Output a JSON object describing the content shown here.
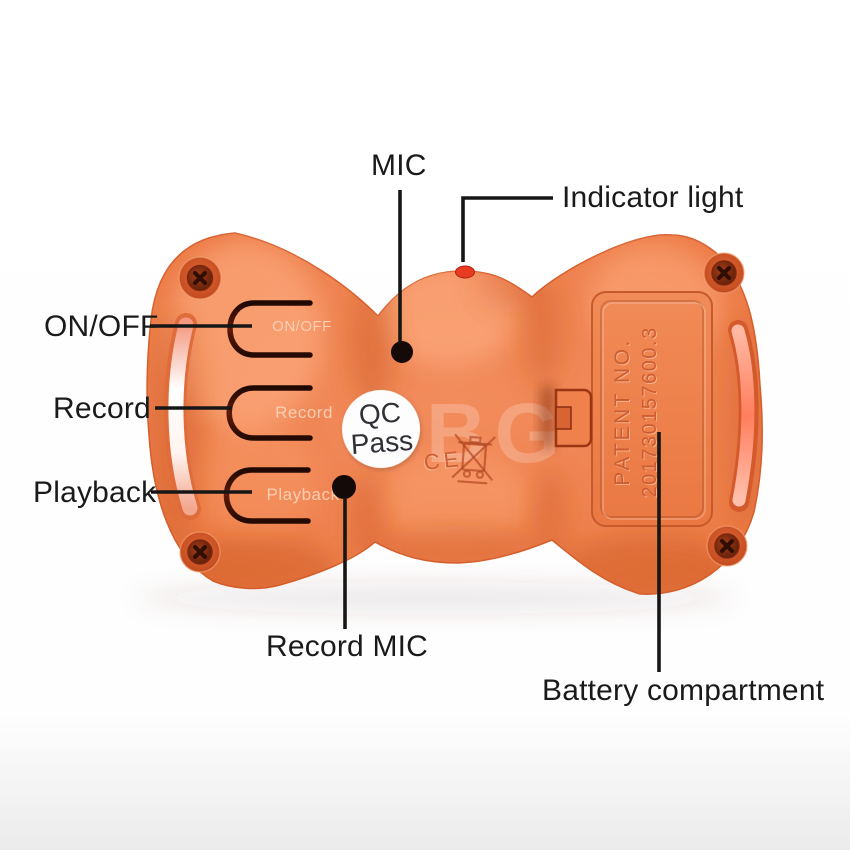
{
  "figure": {
    "type": "annotated product photo",
    "subject": "orange bow-shaped voice recorder toy, back view",
    "background": "#ffffff"
  },
  "annotations": [
    {
      "id": "mic",
      "label": "MIC",
      "position": "top-center"
    },
    {
      "id": "indicator-light",
      "label": "Indicator light",
      "position": "top-right"
    },
    {
      "id": "on-off",
      "label": "ON/OFF",
      "position": "left-top"
    },
    {
      "id": "record",
      "label": "Record",
      "position": "left-middle"
    },
    {
      "id": "playback",
      "label": "Playback",
      "position": "left-bottom"
    },
    {
      "id": "record-mic",
      "label": "Record MIC",
      "position": "bottom-center"
    },
    {
      "id": "battery-compartment",
      "label": "Battery compartment",
      "position": "bottom-right"
    }
  ],
  "device_markings": {
    "button_on_off": "ON/OFF",
    "button_record": "Record",
    "button_playback": "Playback",
    "qc_sticker_line1": "QC",
    "qc_sticker_line2": "Pass",
    "ce_mark": "CE",
    "patent_label": "PATENT NO.",
    "patent_number": "201730157600.3",
    "watermark": "BG"
  },
  "colors": {
    "body_orange": "#f0854f",
    "body_highlight": "#fbaa7c",
    "body_shadow": "#c9521f",
    "button_groove": "#2b0c04",
    "callout_line": "#161616",
    "led_red": "#e83b22",
    "qc_sticker": "#fdfdfd",
    "qc_text": "#2f2f35"
  }
}
